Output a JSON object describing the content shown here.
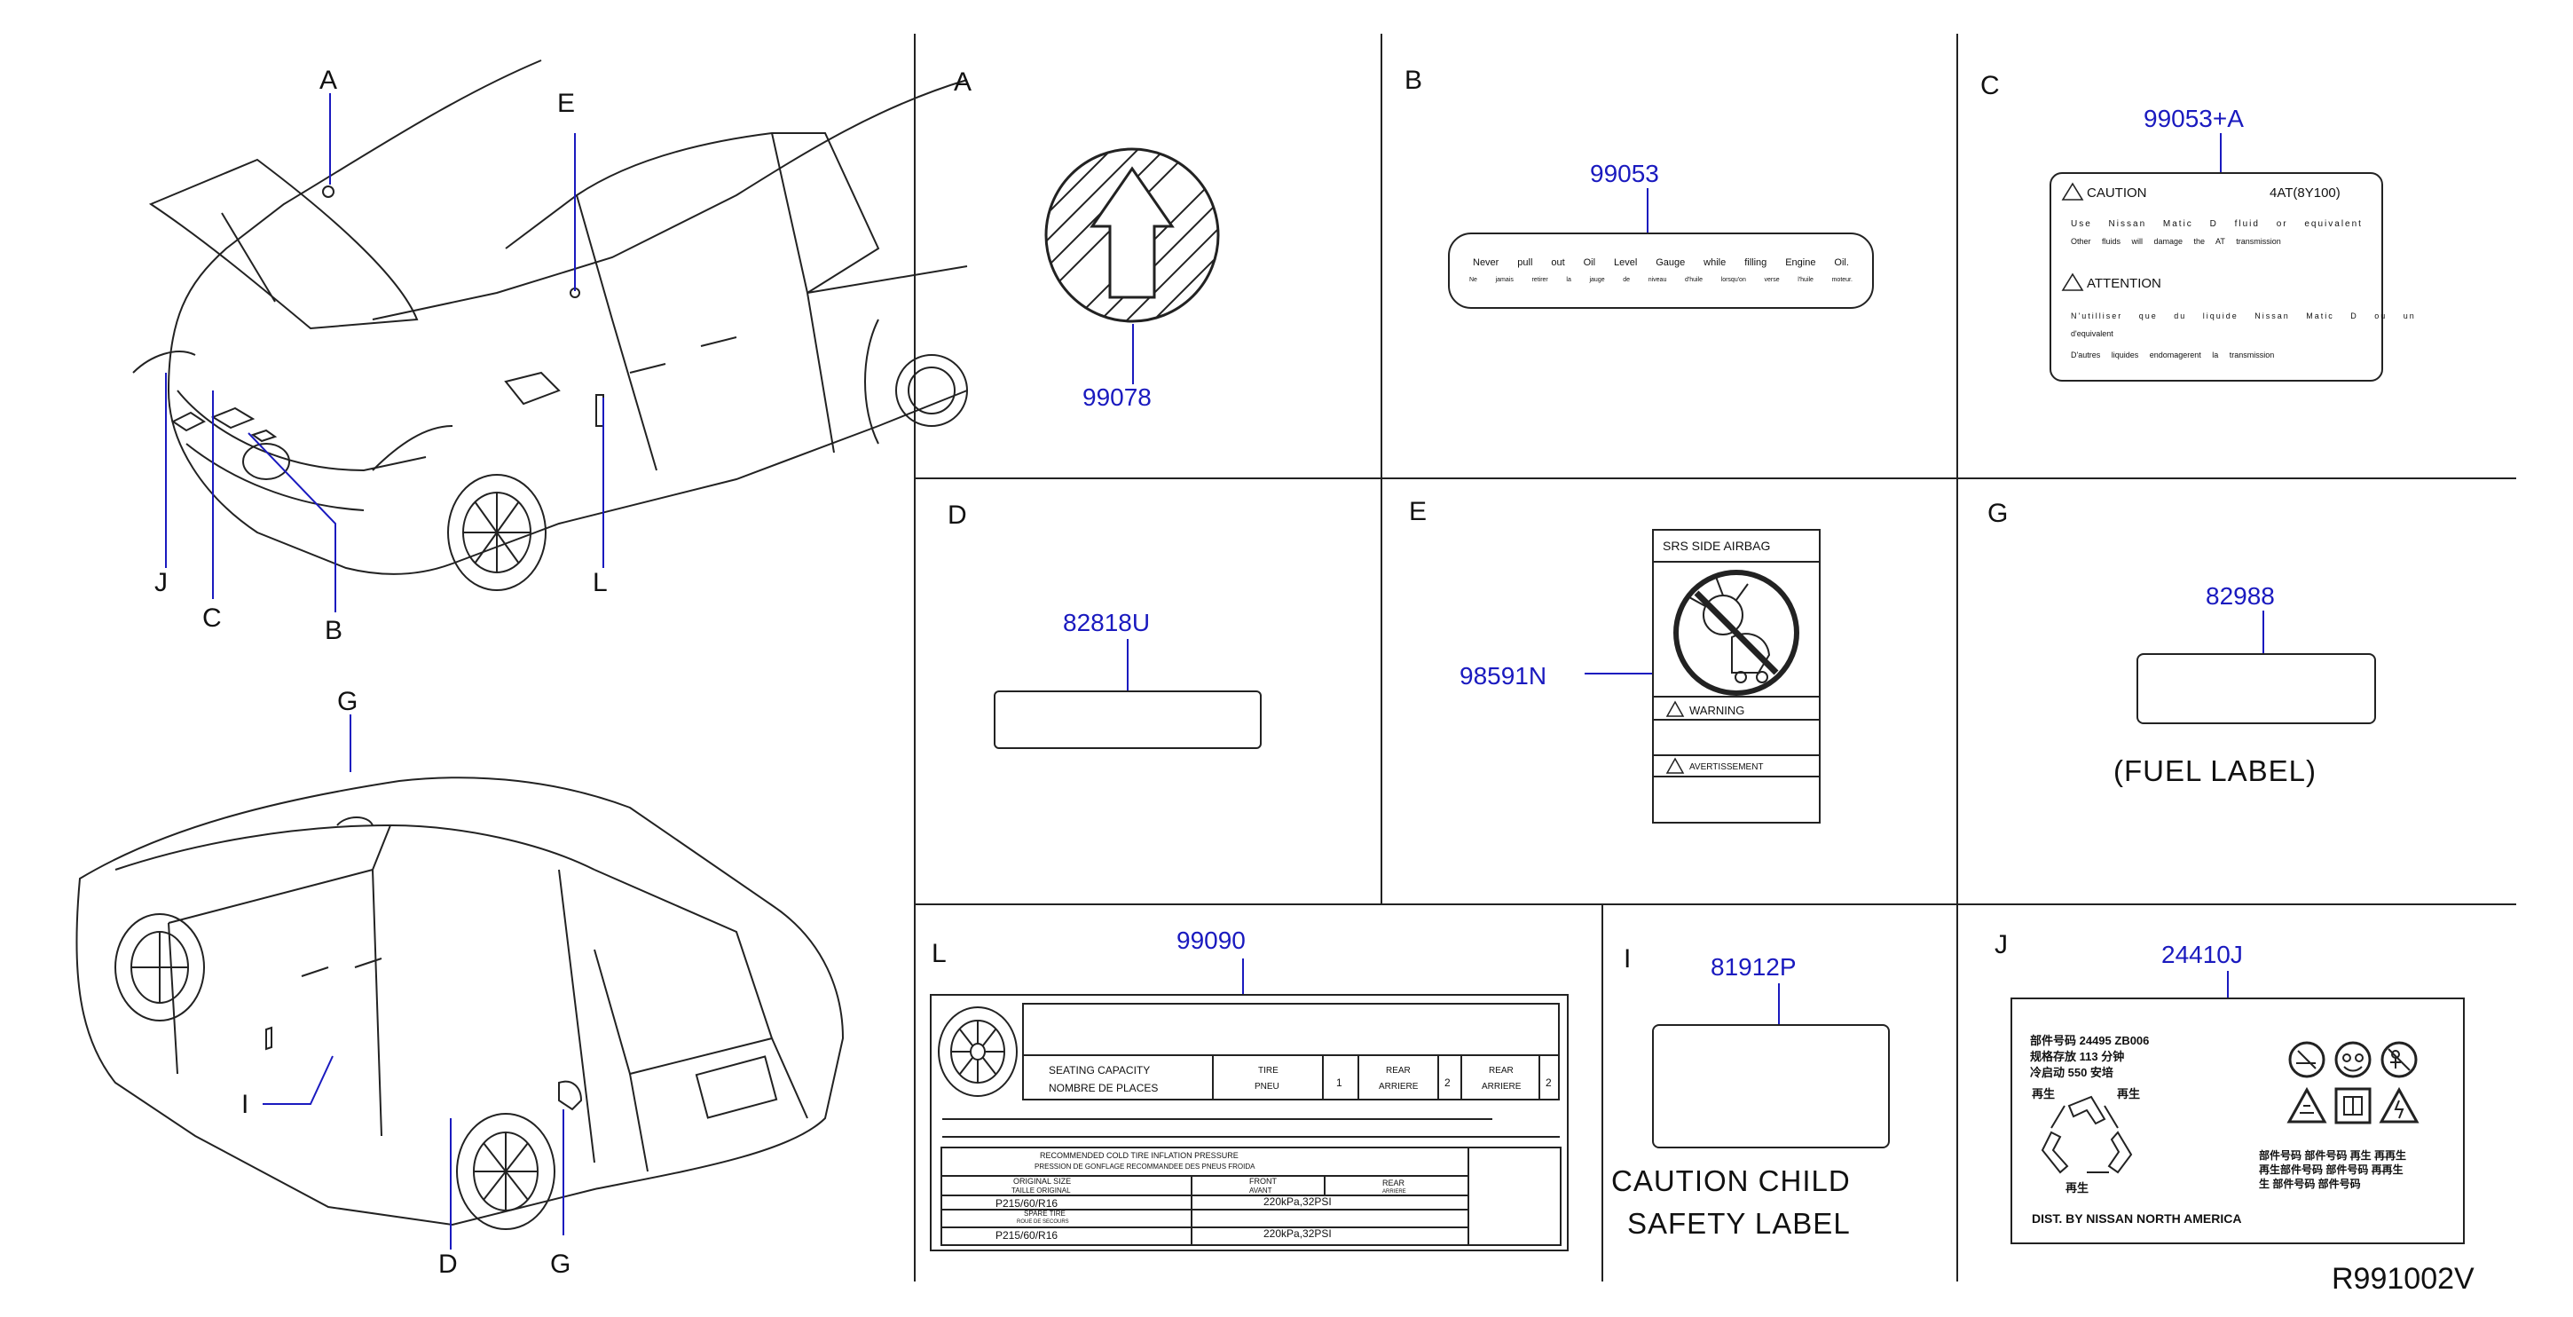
{
  "car_views": {
    "front_callouts": {
      "A": "A",
      "E": "E",
      "J": "J",
      "C": "C",
      "B": "B",
      "L": "L"
    },
    "rear_callouts": {
      "G_top": "G",
      "I": "I",
      "D": "D",
      "G_bottom": "G"
    }
  },
  "panels": {
    "A": {
      "letter": "A",
      "part": "99078"
    },
    "B": {
      "letter": "B",
      "part": "99053",
      "line1": [
        "Never",
        "pull",
        "out",
        "Oil",
        "Level",
        "Gauge",
        "while",
        "filling",
        "Engine",
        "Oil."
      ],
      "line2": [
        "Ne",
        "jamais",
        "retirer",
        "la",
        "jauge",
        "de",
        "niveau",
        "d'huile",
        "lorsqu'on",
        "verse",
        "l'huile",
        "moteur."
      ]
    },
    "C": {
      "letter": "C",
      "part": "99053+A",
      "caution": "CAUTION",
      "model": "4AT(8Y100)",
      "caution_line1": "Use  Nissan  Matic  D  fluid  or  equivalent",
      "caution_line2": "Other  fluids  will  damage  the  AT  transmission",
      "attention": "ATTENTION",
      "attention_line1": "N'utilliser  que  du  liquide  Nissan  Matic  D  ou  un",
      "attention_line2": "d'equivalent",
      "attention_line3": "D'autres  liquides  endomagerent  la  transmission"
    },
    "D": {
      "letter": "D",
      "part": "82818U"
    },
    "E": {
      "letter": "E",
      "part": "98591N",
      "header": "SRS   SIDE   AIRBAG",
      "warning": "WARNING",
      "avertissement": "AVERTISSEMENT"
    },
    "G": {
      "letter": "G",
      "part": "82988",
      "caption": "(FUEL   LABEL)"
    },
    "L": {
      "letter": "L",
      "part": "99090",
      "seating": "SEATING    CAPACITY",
      "nombre": "NOMBRE    DE    PLACES",
      "tire": "TIRE",
      "pneu": "PNEU",
      "one": "1",
      "rear1": "REAR",
      "arriere1": "ARRIERE",
      "two1": "2",
      "rear2": "REAR",
      "arriere2": "ARRIERE",
      "two2": "2",
      "recommended": "RECOMMENDED   COLD   TIRE   INFLATION   PRESSURE",
      "pression": "PRESSION   DE   GONFLAGE   RECOMMANDEE   DES   PNEUS   FROIDA",
      "original_size": "ORIGINAL   SIZE",
      "taille": "TAILLE   ORIGINAL",
      "front": "FRONT",
      "avant": "AVANT",
      "rear3": "REAR",
      "arriere3": "ARRIERE",
      "size1": "P215/60/R16",
      "pressure1": "220kPa,32PSI",
      "spare": "SPARE   TIRE",
      "roue": "ROUE   DE   SECOURS",
      "size2": "P215/60/R16",
      "pressure2": "220kPa,32PSI"
    },
    "I": {
      "letter": "I",
      "part": "81912P",
      "caption1": "CAUTION   CHILD",
      "caption2": "SAFETY   LABEL"
    },
    "J": {
      "letter": "J",
      "part": "24410J",
      "cn1": "部件号码 24495 ZB006",
      "cn2": "规格存放 113 分钟",
      "cn3": "冷启动 550 安培",
      "recycle_words": [
        "再生",
        "再生",
        "再生"
      ],
      "cn_block1": "部件号码 部件号码 再生  再再生",
      "cn_block2": "再生部件号码 部件号码 再再生",
      "cn_block3": "生  部件号码 部件号码",
      "dist": "DIST. BY NISSAN NORTH AMERICA"
    }
  },
  "diagram_code": "R991002V"
}
